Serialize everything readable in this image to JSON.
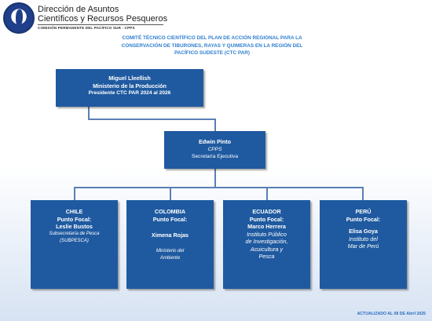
{
  "header": {
    "org_line1": "Dirección de Asuntos",
    "org_line2": "Científicos y Recursos Pesqueros",
    "org_line3": "COMISIÓN PERMANENTE DEL PACÍFICO SUR - CPPS"
  },
  "title": "COMITÉ TÉCNICO CIENTÍFICO DEL PLAN DE ACCIÓN REGIONAL PARA LA\nCONSERVACIÓN DE TIBURONES, RAYAS Y QUIMERAS EN LA REGIÓN DEL\nPACÍFICO SUDESTE (CTC PAR)",
  "president": {
    "name": "Miguel Lleellish",
    "org": "Ministerio de la Producción",
    "role": "Presidente CTC PAR 2024 al 2026"
  },
  "secretariat": {
    "name": "Edwin Pinto",
    "org": "CPPS",
    "role": "Secretaría Ejecutiva"
  },
  "focal_points": [
    {
      "country": "CHILE",
      "label": "Punto Focal:",
      "name": "Leslie Bustos",
      "inst1": "Subsecretaría de Pesca",
      "inst2": "(SUBPESCA)"
    },
    {
      "country": "COLOMBIA",
      "label": "Punto Focal:",
      "name": "Ximena Rojas",
      "inst1": "Ministerio del",
      "inst2": "Ambiente"
    },
    {
      "country": "ECUADOR",
      "label": "Punto Focal:",
      "name": "Marco Herrera",
      "inst1": "Instituto Público",
      "inst2": "de Investigación,",
      "inst3": "Acuicultura y",
      "inst4": "Pesca"
    },
    {
      "country": "PERÚ",
      "label": "Punto Focal:",
      "name": "Elisa Goya",
      "inst1": "Instituto del",
      "inst2": "Mar de Perú"
    }
  ],
  "footer": "ACTUALIZADO AL 08  DE Abril 2025",
  "colors": {
    "box": "#1f5aa0",
    "title": "#2f7fd0",
    "line": "#5a7fb5"
  },
  "icons": [
    "cpps-logo-icon"
  ]
}
